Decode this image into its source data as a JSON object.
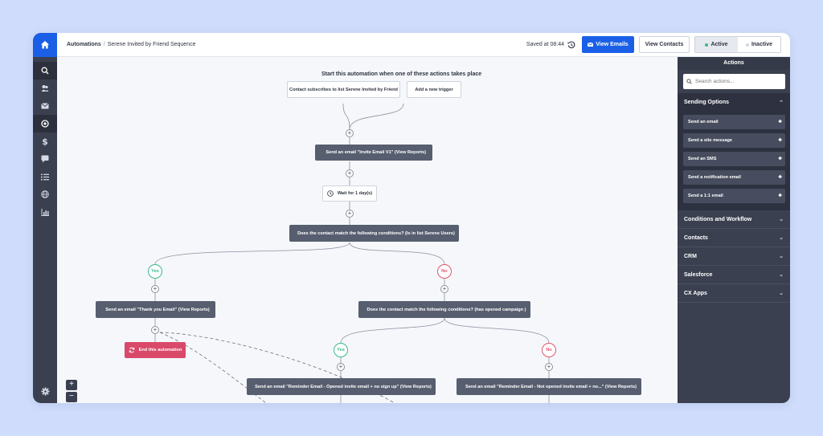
{
  "breadcrumb": {
    "root": "Automations",
    "separator": "/",
    "current": "Serene Invited by Friend Sequence"
  },
  "topbar": {
    "saved": "Saved at 08:44",
    "view_emails": "View Emails",
    "view_contacts": "View Contacts",
    "status_active": "Active",
    "status_inactive": "Inactive"
  },
  "rail": {
    "icons": [
      "home-icon",
      "search-icon",
      "contacts-icon",
      "campaigns-icon",
      "automations-icon",
      "deals-icon",
      "conversations-icon",
      "lists-icon",
      "site-icon",
      "reports-icon",
      "settings-icon"
    ]
  },
  "canvas": {
    "heading": "Start this automation when one of these actions takes place",
    "trigger": "Contact subscribes to list Serene Invited by Friend",
    "add_trigger": "Add a new trigger",
    "email_1": "Send an email \"Invite Email V1\" (View Reports)",
    "wait": "Wait for 1 day(s)",
    "condition_1": "Does the contact match the following conditions? (Is in list Serene Users)",
    "yes": "Yes",
    "no": "No",
    "email_2": "Send an email \"Thank you Email\" (View Reports)",
    "end": "End this automation",
    "condition_2": "Does the contact match the following conditions? (has opened campaign )",
    "email_3": "Send an email \"Reminder Email - Opened invite email + no sign up\" (View Reports)",
    "email_4": "Send an email \"Reminder Email - Not opened invite email + no...\" (View Reports)",
    "zoom_in": "+",
    "zoom_out": "−"
  },
  "actions_panel": {
    "title": "Actions",
    "search_placeholder": "Search actions...",
    "sending_options": "Sending Options",
    "items": [
      "Send an email",
      "Send a site message",
      "Send an SMS",
      "Send a notification email",
      "Send a 1:1 email"
    ],
    "sections": [
      "Conditions and Workflow",
      "Contacts",
      "CRM",
      "Salesforce",
      "CX Apps"
    ]
  },
  "colors": {
    "primary": "#1a5fe6",
    "yes": "#3bb98d",
    "no": "#e0566f",
    "rail": "#3b4050",
    "end": "#d9496a"
  }
}
